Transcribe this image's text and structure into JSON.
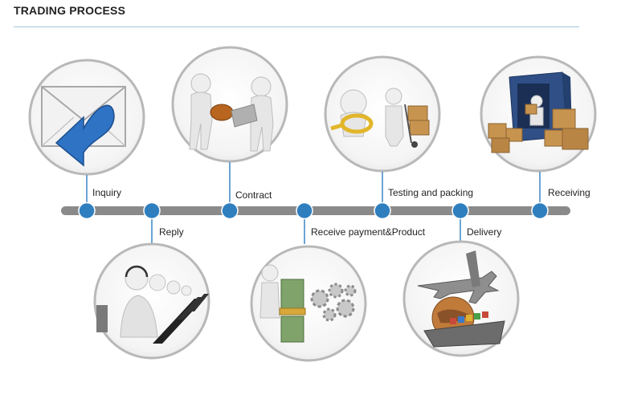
{
  "header": {
    "title": "TRADING  PROCESS"
  },
  "timeline": {
    "line_color": "#8a8a8a",
    "node_color": "#2f7fbf",
    "steps": [
      {
        "label": "Inquiry",
        "position": "top",
        "icon": "envelope-reply-icon"
      },
      {
        "label": "Reply",
        "position": "bottom",
        "icon": "call-center-icon"
      },
      {
        "label": "Contract",
        "position": "top",
        "icon": "handshake-contract-icon"
      },
      {
        "label": "Receive payment&Product",
        "position": "bottom",
        "icon": "money-gears-icon"
      },
      {
        "label": "Testing and packing",
        "position": "top",
        "icon": "magnifier-boxes-icon"
      },
      {
        "label": "Delivery",
        "position": "bottom",
        "icon": "plane-ship-icon"
      },
      {
        "label": "Receiving",
        "position": "top",
        "icon": "container-boxes-icon"
      }
    ]
  }
}
